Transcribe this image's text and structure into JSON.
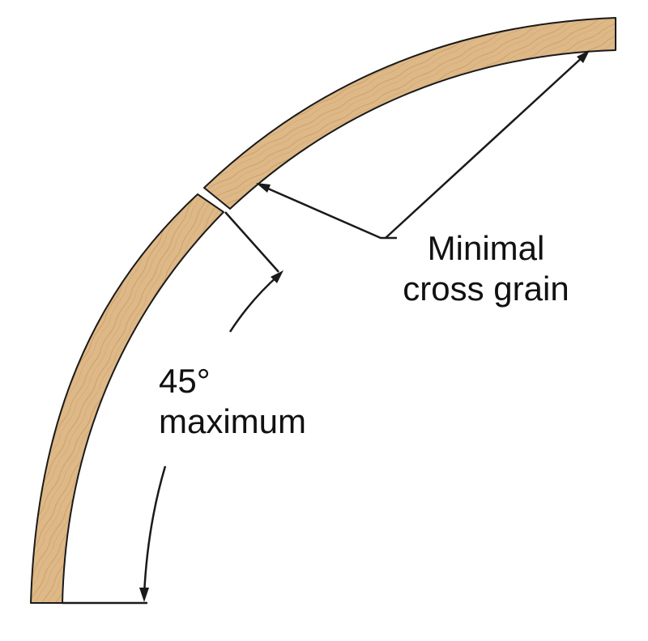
{
  "annotations": {
    "cross_grain": {
      "line1": "Minimal",
      "line2": "cross grain"
    },
    "angle": {
      "line1": "45°",
      "line2": "maximum"
    }
  },
  "colors": {
    "wood": "#deb887",
    "wood_grain": "#c9a06a",
    "outline": "#1a1a1a",
    "text": "#111111"
  }
}
